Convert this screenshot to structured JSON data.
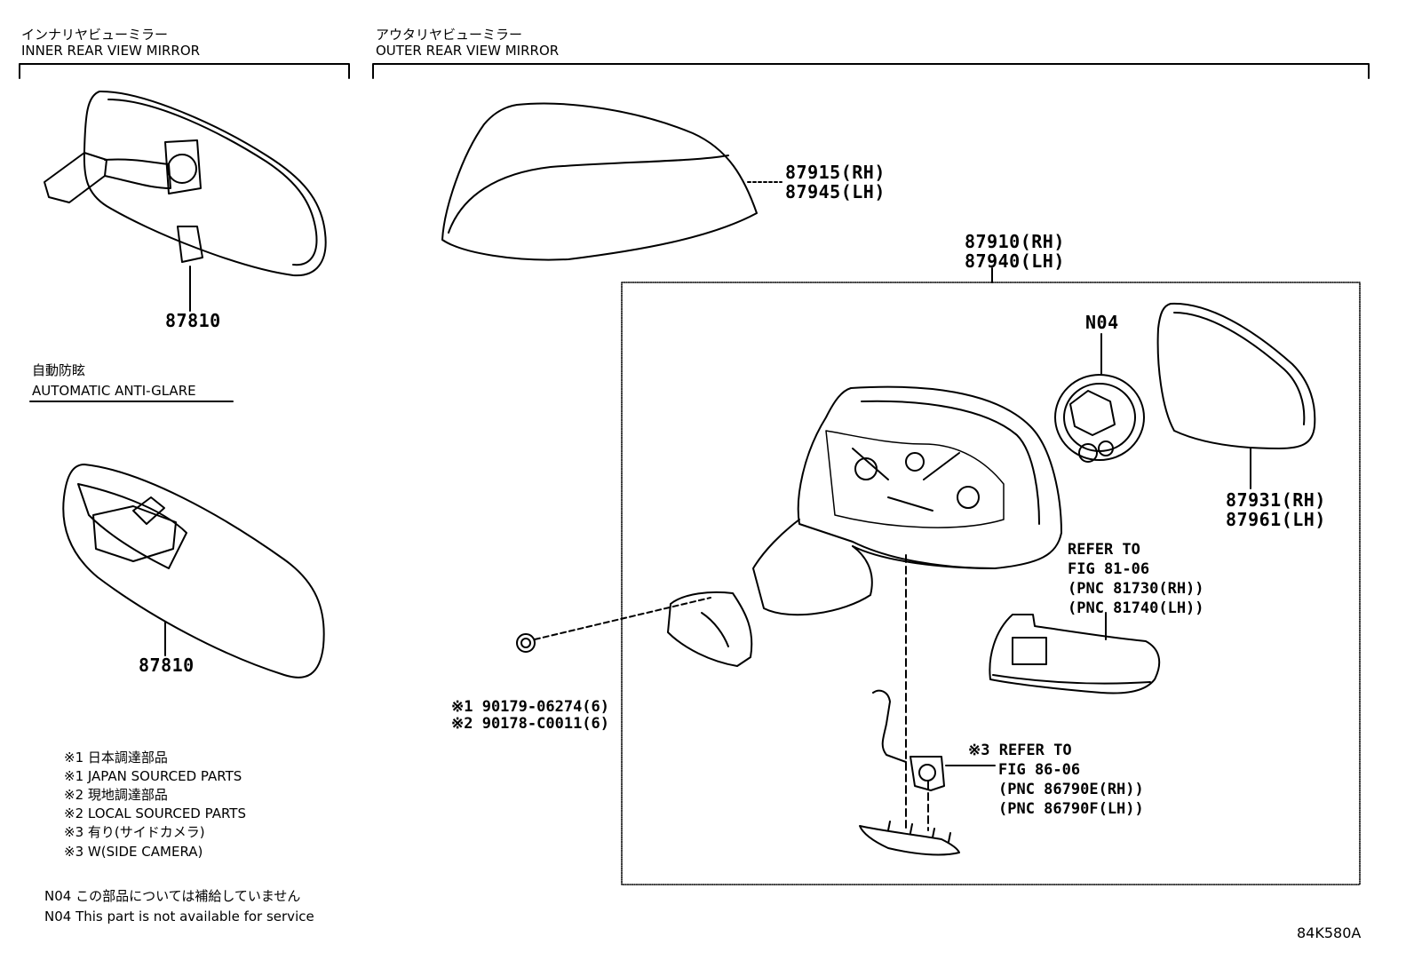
{
  "headers": {
    "inner_jp": "インナリヤビューミラー",
    "inner_en": "INNER REAR VIEW MIRROR",
    "outer_jp": "アウタリヤビューミラー",
    "outer_en": "OUTER REAR VIEW MIRROR"
  },
  "section": {
    "anti_glare_jp": "自動防眩",
    "anti_glare_en": "AUTOMATIC ANTI-GLARE"
  },
  "parts": {
    "inner_mirror_1": "87810",
    "inner_mirror_2": "87810",
    "cover_rh": "87915(RH)",
    "cover_lh": "87945(LH)",
    "assy_rh": "87910(RH)",
    "assy_lh": "87940(LH)",
    "n04": "N04",
    "glass_rh": "87931(RH)",
    "glass_lh": "87961(LH)",
    "clip_1": "※1 90179-06274(6)",
    "clip_2": "※2 90178-C0011(6)"
  },
  "refs": {
    "turn_1": "REFER TO",
    "turn_2": "FIG 81-06",
    "turn_3": "(PNC 81730(RH))",
    "turn_4": "(PNC 81740(LH))",
    "cam_1": "※3 REFER TO",
    "cam_2": "FIG 86-06",
    "cam_3": "(PNC 86790E(RH))",
    "cam_4": "(PNC 86790F(LH))"
  },
  "notes": [
    "※1 日本調達部品",
    "※1 JAPAN SOURCED PARTS",
    "※2 現地調達部品",
    "※2 LOCAL SOURCED PARTS",
    "※3 有り(サイドカメラ)",
    "※3 W(SIDE CAMERA)"
  ],
  "n04_note": {
    "jp": "N04 この部品については補給していません",
    "en": "N04 This part is not available for service"
  },
  "figure_id": "84K580A"
}
